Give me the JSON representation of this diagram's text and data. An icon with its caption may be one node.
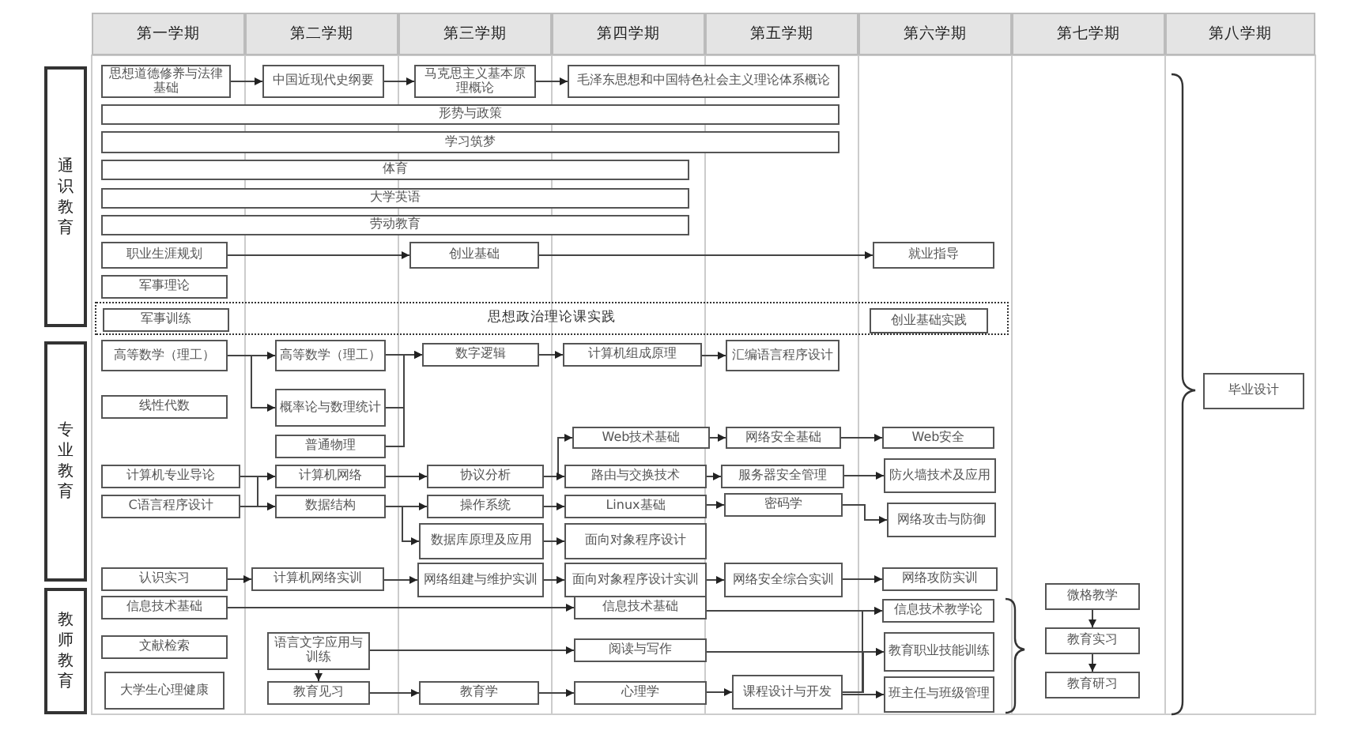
{
  "diagram": {
    "nodes": [
      {
        "text": [
          "通识教育"
        ]
      },
      {
        "text": [
          "思想道德修养与法律基础"
        ]
      },
      {
        "text": [
          "中国近现代史纲要"
        ]
      },
      {
        "text": [
          "马克思主义基本原理概论"
        ]
      },
      {
        "text": [
          "毛泽东思想和中国特色社会主义理论体系概论"
        ]
      },
      {
        "text": [
          "形势与政策"
        ]
      },
      {
        "text": [
          "学习筑梦"
        ]
      },
      {
        "text": [
          "体育"
        ]
      },
      {
        "text": [
          "大学英语"
        ]
      },
      {
        "text": [
          "劳动教育"
        ]
      },
      {
        "text": [
          "职业生涯规划"
        ]
      },
      {
        "text": [
          "创业基础"
        ]
      },
      {
        "text": [
          "就业指导"
        ]
      },
      {
        "text": [
          "军事理论"
        ]
      },
      {
        "text": [
          "思想政治理论课实践"
        ]
      },
      {
        "text": [
          "军事训练"
        ],
        "in": 14
      },
      {
        "text": [
          "创业基础实践"
        ],
        "in": 14
      },
      {
        "text": [
          "专业教育"
        ]
      },
      {
        "text": [
          "高等数学（理工）"
        ]
      },
      {
        "text": [
          "高等数学（理工）"
        ]
      },
      {
        "text": [
          "数字逻辑"
        ]
      },
      {
        "text": [
          "计算机组成原理"
        ]
      },
      {
        "text": [
          "汇编语言程序设计"
        ]
      },
      {
        "text": [
          "线性代数"
        ]
      },
      {
        "text": [
          "概率论与数理统计"
        ]
      },
      {
        "text": [
          "普通物理"
        ]
      },
      {
        "text": [
          "Web技术基础"
        ]
      },
      {
        "text": [
          "网络安全基础"
        ]
      },
      {
        "text": [
          "Web安全"
        ]
      },
      {
        "text": [
          "计算机专业导论"
        ]
      },
      {
        "text": [
          "计算机网络"
        ]
      },
      {
        "text": [
          "协议分析"
        ]
      },
      {
        "text": [
          "路由与交换技术"
        ]
      },
      {
        "text": [
          "服务器安全管理"
        ]
      },
      {
        "text": [
          "防火墙技术及应用"
        ]
      },
      {
        "text": [
          "C语言程序设计"
        ]
      },
      {
        "text": [
          "数据结构"
        ]
      },
      {
        "text": [
          "操作系统"
        ]
      },
      {
        "text": [
          "Linux基础"
        ]
      },
      {
        "text": [
          "密码学"
        ]
      },
      {
        "text": [
          "网络攻击与防御"
        ]
      },
      {
        "text": [
          "数据库原理及应用"
        ]
      },
      {
        "text": [
          "面向对象程序设计"
        ]
      },
      {
        "text": [
          "认识实习"
        ]
      },
      {
        "text": [
          "计算机网络实训"
        ]
      },
      {
        "text": [
          "网络组建与维护实训"
        ]
      },
      {
        "text": [
          "面向对象程序设计实训"
        ]
      },
      {
        "text": [
          "网络安全综合实训"
        ]
      },
      {
        "text": [
          "网络攻防实训"
        ]
      },
      {
        "text": [
          "教师教育"
        ]
      },
      {
        "text": [
          "信息技术基础"
        ]
      },
      {
        "text": [
          "信息技术基础"
        ]
      },
      {
        "text": [
          "信息技术教学论"
        ]
      },
      {
        "text": [
          "文献检索"
        ]
      },
      {
        "text": [
          "语言文字应用与训练"
        ]
      },
      {
        "text": [
          "阅读与写作"
        ]
      },
      {
        "text": [
          "教育职业技能训练"
        ]
      },
      {
        "text": [
          "大学生心理健康"
        ]
      },
      {
        "text": [
          "教育见习"
        ]
      },
      {
        "text": [
          "教育学"
        ]
      },
      {
        "text": [
          "心理学"
        ]
      },
      {
        "text": [
          "课程设计与开发"
        ]
      },
      {
        "text": [
          "班主任与班级管理"
        ]
      },
      {
        "text": [
          "微格教学"
        ]
      },
      {
        "text": [
          "教育实习"
        ]
      },
      {
        "text": [
          "教育研习"
        ]
      },
      {
        "text": [
          "毕业设计"
        ]
      }
    ],
    "edges": [
      {
        "from": 1,
        "to": 2,
        "arrow": "to"
      },
      {
        "from": 2,
        "to": 3,
        "arrow": "to"
      },
      {
        "from": 3,
        "to": 4,
        "arrow": "to"
      },
      {
        "from": 10,
        "to": 11,
        "arrow": "to"
      },
      {
        "from": 11,
        "to": 12,
        "arrow": "to"
      },
      {
        "from": 18,
        "to": 19,
        "arrow": "to"
      },
      {
        "from": 18,
        "to": 24,
        "arrow": "to"
      },
      {
        "from": 19,
        "to": 20,
        "arrow": "to"
      },
      {
        "from": 24,
        "to": 20,
        "arrow": "to"
      },
      {
        "from": 25,
        "to": 20,
        "arrow": "to"
      },
      {
        "from": 20,
        "to": 21,
        "arrow": "to"
      },
      {
        "from": 21,
        "to": 22,
        "arrow": "to"
      },
      {
        "from": 31,
        "to": 26,
        "arrow": "to"
      },
      {
        "from": 31,
        "to": 32,
        "arrow": "to"
      },
      {
        "from": 26,
        "to": 27,
        "arrow": "to"
      },
      {
        "from": 27,
        "to": 28,
        "arrow": "to"
      },
      {
        "from": 32,
        "to": 33,
        "arrow": "to"
      },
      {
        "from": 33,
        "to": 34,
        "arrow": "to"
      },
      {
        "from": 29,
        "to": 30,
        "arrow": "to"
      },
      {
        "from": 29,
        "to": 36,
        "arrow": "to"
      },
      {
        "from": 35,
        "to": 30,
        "arrow": "to"
      },
      {
        "from": 35,
        "to": 36,
        "arrow": "to"
      },
      {
        "from": 30,
        "to": 31,
        "arrow": "to"
      },
      {
        "from": 36,
        "to": 37,
        "arrow": "to"
      },
      {
        "from": 36,
        "to": 41,
        "arrow": "to"
      },
      {
        "from": 37,
        "to": 38,
        "arrow": "to"
      },
      {
        "from": 38,
        "to": 39,
        "arrow": "to"
      },
      {
        "from": 39,
        "to": 40,
        "arrow": "to"
      },
      {
        "from": 41,
        "to": 42,
        "arrow": "to"
      },
      {
        "from": 43,
        "to": 44,
        "arrow": "to"
      },
      {
        "from": 44,
        "to": 45,
        "arrow": "to"
      },
      {
        "from": 45,
        "to": 46,
        "arrow": "to"
      },
      {
        "from": 46,
        "to": 47,
        "arrow": "to"
      },
      {
        "from": 47,
        "to": 48,
        "arrow": "to"
      },
      {
        "from": 50,
        "to": 51,
        "arrow": "to"
      },
      {
        "from": 51,
        "to": 52,
        "arrow": "to"
      },
      {
        "from": 54,
        "to": 55,
        "arrow": "to"
      },
      {
        "from": 55,
        "to": 56,
        "arrow": "to"
      },
      {
        "from": 54,
        "to": 58,
        "arrow": "to"
      },
      {
        "from": 58,
        "to": 59,
        "arrow": "to"
      },
      {
        "from": 59,
        "to": 60,
        "arrow": "to"
      },
      {
        "from": 60,
        "to": 61,
        "arrow": "to"
      },
      {
        "from": 61,
        "to": 62,
        "arrow": "to"
      },
      {
        "from": 61,
        "to": 56,
        "arrow": "to"
      },
      {
        "from": 61,
        "to": 52,
        "arrow": "to"
      },
      {
        "from": 63,
        "to": 64,
        "arrow": "to"
      },
      {
        "from": 64,
        "to": 65,
        "arrow": "to"
      }
    ],
    "labels": [
      "第一学期",
      "第二学期",
      "第三学期",
      "第四学期",
      "第五学期",
      "第六学期",
      "第七学期",
      "第八学期"
    ]
  }
}
